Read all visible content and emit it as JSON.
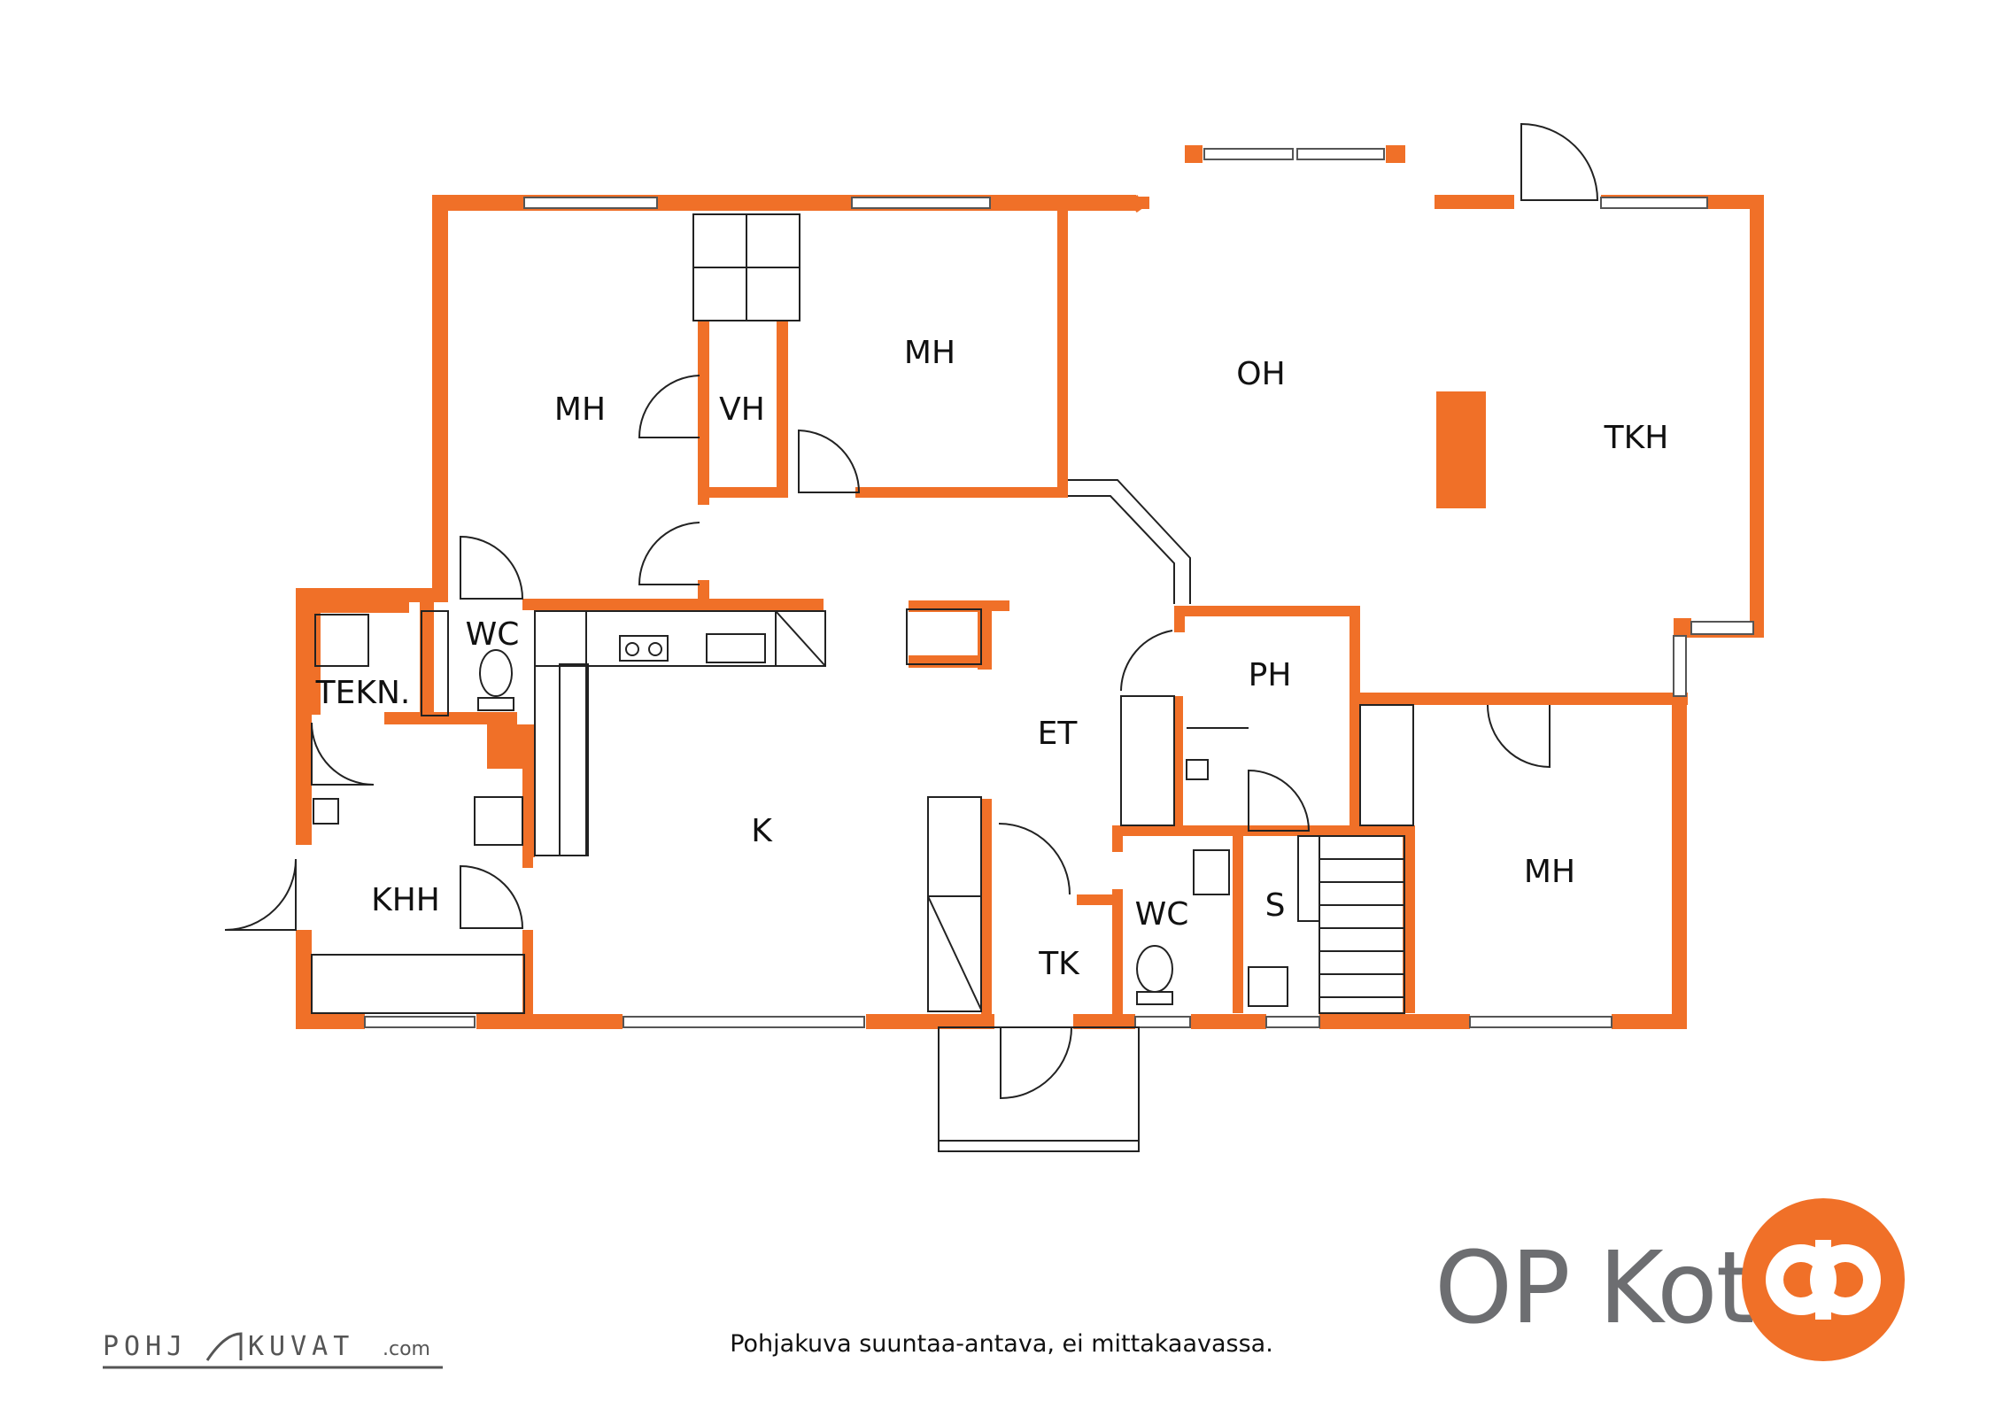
{
  "colors": {
    "wall": "#F07028",
    "brand": "#F07028",
    "brand_gray": "#6d6e71"
  },
  "rooms": [
    {
      "id": "mh-1",
      "label": "MH"
    },
    {
      "id": "vh",
      "label": "VH"
    },
    {
      "id": "mh-2",
      "label": "MH"
    },
    {
      "id": "oh",
      "label": "OH"
    },
    {
      "id": "tkh",
      "label": "TKH"
    },
    {
      "id": "wc-1",
      "label": "WC"
    },
    {
      "id": "tekn",
      "label": "TEKN."
    },
    {
      "id": "ph",
      "label": "PH"
    },
    {
      "id": "et",
      "label": "ET"
    },
    {
      "id": "k",
      "label": "K"
    },
    {
      "id": "khh",
      "label": "KHH"
    },
    {
      "id": "tk",
      "label": "TK"
    },
    {
      "id": "wc-2",
      "label": "WC"
    },
    {
      "id": "s",
      "label": "S"
    },
    {
      "id": "mh-3",
      "label": "MH"
    }
  ],
  "footer": {
    "caption": "Pohjakuva suuntaa-antava, ei mittakaavassa.",
    "pohja_brand_left": "POHJ",
    "pohja_brand_right": "KUVAT",
    "pohja_brand_suffix": ".com",
    "op_brand": "OP Koti"
  }
}
